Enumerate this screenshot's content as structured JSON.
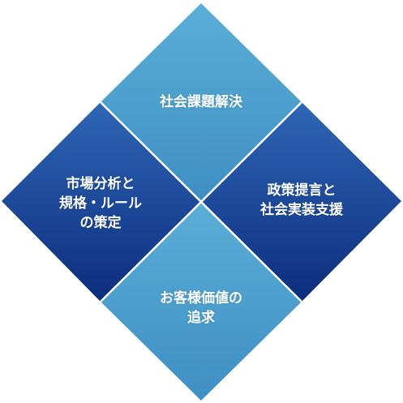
{
  "quadrants": {
    "top": {
      "lines": [
        "社会課題解決"
      ],
      "color_light": "#5aaed6",
      "color_dark": "#3f8fc3"
    },
    "left": {
      "lines": [
        "市場分析と",
        "規格・ルール",
        "の策定"
      ],
      "color_light": "#2f66b5",
      "color_dark": "#0c2d7d"
    },
    "right": {
      "lines": [
        "政策提言と",
        "社会実装支援"
      ],
      "color_light": "#2f66b5",
      "color_dark": "#0c2d7d"
    },
    "bottom": {
      "lines": [
        "お客様価値の",
        "追求"
      ],
      "color_light": "#5aaed6",
      "color_dark": "#3f8fc3"
    }
  },
  "divider_color": "#ffffff"
}
